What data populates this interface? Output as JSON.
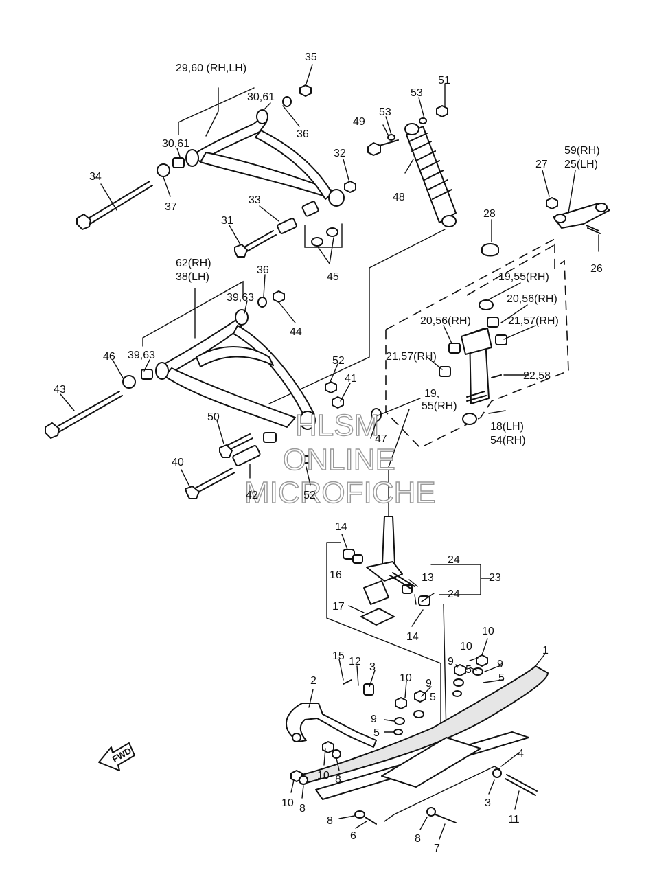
{
  "watermark": {
    "line1": "HLSM",
    "line2": "ONLINE",
    "line3": "MICROFICHE"
  },
  "fwd_label": "FWD",
  "callouts": [
    {
      "id": "c1",
      "text": "29,60 (RH,LH)"
    },
    {
      "id": "c2",
      "text": "35"
    },
    {
      "id": "c3",
      "text": "30,61"
    },
    {
      "id": "c4",
      "text": "36"
    },
    {
      "id": "c5",
      "text": "30,61"
    },
    {
      "id": "c6",
      "text": "32"
    },
    {
      "id": "c7",
      "text": "34"
    },
    {
      "id": "c8",
      "text": "37"
    },
    {
      "id": "c9",
      "text": "33"
    },
    {
      "id": "c10",
      "text": "31"
    },
    {
      "id": "c11",
      "text": "45"
    },
    {
      "id": "c12",
      "text": "49"
    },
    {
      "id": "c13",
      "text": "53"
    },
    {
      "id": "c14",
      "text": "53"
    },
    {
      "id": "c15",
      "text": "51"
    },
    {
      "id": "c16",
      "text": "48"
    },
    {
      "id": "c17",
      "text": "27"
    },
    {
      "id": "c18",
      "text": "59(RH)"
    },
    {
      "id": "c19",
      "text": "25(LH)"
    },
    {
      "id": "c20",
      "text": "26"
    },
    {
      "id": "c21",
      "text": "28"
    },
    {
      "id": "c22",
      "text": "62(RH)"
    },
    {
      "id": "c23",
      "text": "38(LH)"
    },
    {
      "id": "c24",
      "text": "36"
    },
    {
      "id": "c25",
      "text": "39,63"
    },
    {
      "id": "c26",
      "text": "44"
    },
    {
      "id": "c27",
      "text": "19,55(RH)"
    },
    {
      "id": "c28",
      "text": "20,56(RH)"
    },
    {
      "id": "c29",
      "text": "20,56(RH)"
    },
    {
      "id": "c30",
      "text": "21,57(RH)"
    },
    {
      "id": "c31",
      "text": "21,57(RH)"
    },
    {
      "id": "c32",
      "text": "46"
    },
    {
      "id": "c33",
      "text": "39,63"
    },
    {
      "id": "c34",
      "text": "52"
    },
    {
      "id": "c35",
      "text": "41"
    },
    {
      "id": "c36",
      "text": "22,58"
    },
    {
      "id": "c37",
      "text": "43"
    },
    {
      "id": "c38",
      "text": "19,"
    },
    {
      "id": "c39",
      "text": "55(RH)"
    },
    {
      "id": "c40",
      "text": "50"
    },
    {
      "id": "c41",
      "text": "47"
    },
    {
      "id": "c42",
      "text": "18(LH)"
    },
    {
      "id": "c43",
      "text": "54(RH)"
    },
    {
      "id": "c44",
      "text": "40"
    },
    {
      "id": "c45",
      "text": "42"
    },
    {
      "id": "c46",
      "text": "52"
    },
    {
      "id": "c47",
      "text": "14"
    },
    {
      "id": "c48",
      "text": "24"
    },
    {
      "id": "c49",
      "text": "16"
    },
    {
      "id": "c50",
      "text": "13"
    },
    {
      "id": "c51",
      "text": "23"
    },
    {
      "id": "c52",
      "text": "24"
    },
    {
      "id": "c53",
      "text": "17"
    },
    {
      "id": "c54",
      "text": "14"
    },
    {
      "id": "c55",
      "text": "10"
    },
    {
      "id": "c56",
      "text": "1"
    },
    {
      "id": "c57",
      "text": "10"
    },
    {
      "id": "c58",
      "text": "15"
    },
    {
      "id": "c59",
      "text": "12"
    },
    {
      "id": "c60",
      "text": "3"
    },
    {
      "id": "c61",
      "text": "9"
    },
    {
      "id": "c62",
      "text": "5"
    },
    {
      "id": "c63",
      "text": "9"
    },
    {
      "id": "c64",
      "text": "5"
    },
    {
      "id": "c65",
      "text": "2"
    },
    {
      "id": "c66",
      "text": "10"
    },
    {
      "id": "c67",
      "text": "9"
    },
    {
      "id": "c68",
      "text": "5"
    },
    {
      "id": "c69",
      "text": "9"
    },
    {
      "id": "c70",
      "text": "5"
    },
    {
      "id": "c71",
      "text": "4"
    },
    {
      "id": "c72",
      "text": "10"
    },
    {
      "id": "c73",
      "text": "8"
    },
    {
      "id": "c74",
      "text": "10"
    },
    {
      "id": "c75",
      "text": "8"
    },
    {
      "id": "c76",
      "text": "3"
    },
    {
      "id": "c77",
      "text": "11"
    },
    {
      "id": "c78",
      "text": "8"
    },
    {
      "id": "c79",
      "text": "6"
    },
    {
      "id": "c80",
      "text": "8"
    },
    {
      "id": "c81",
      "text": "7"
    }
  ]
}
